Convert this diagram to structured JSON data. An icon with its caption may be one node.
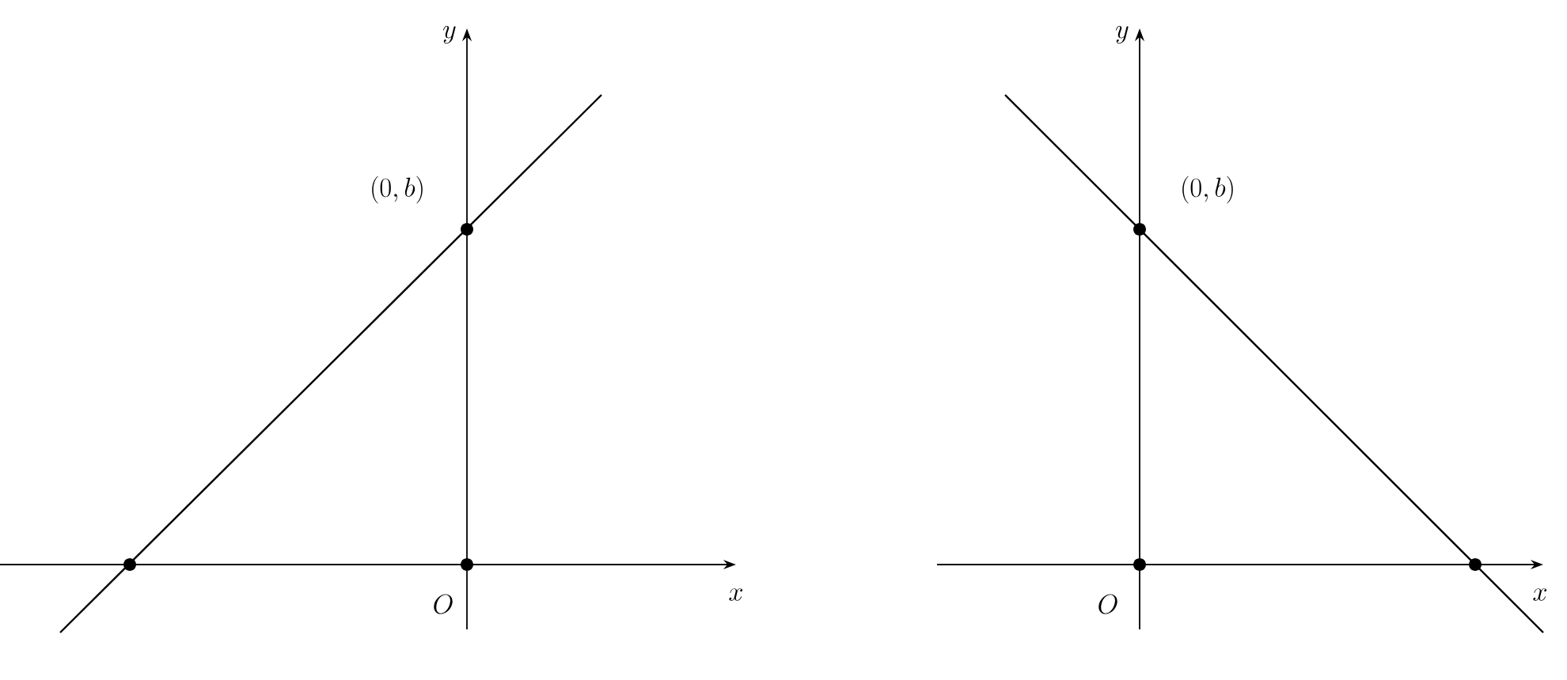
{
  "diagram": {
    "labels": [
      "y",
      "y",
      "(0,b)",
      "(0,b)",
      "O",
      "x",
      "O",
      "x"
    ]
  }
}
